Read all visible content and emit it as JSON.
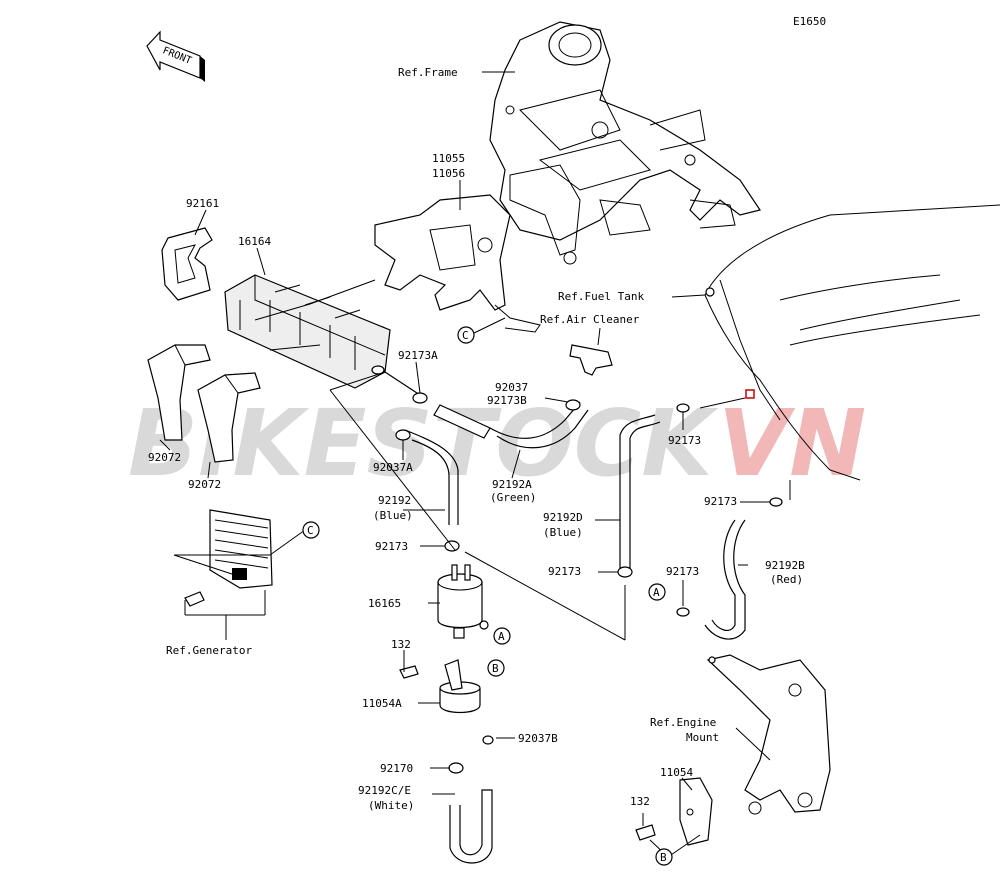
{
  "diagram_code": "E1650",
  "watermark": {
    "part1": "BIKESTOCK",
    "part2": "VN",
    "color1": "#d9d9d9",
    "color2": "#f2b8b8"
  },
  "front_arrow": "FRONT",
  "labels": {
    "ref_frame": "Ref.Frame",
    "p11055": "11055",
    "p11056": "11056",
    "p92161": "92161",
    "p16164": "16164",
    "ref_fuel_tank": "Ref.Fuel Tank",
    "ref_air_cleaner": "Ref.Air Cleaner",
    "p92173A": "92173A",
    "p92037": "92037",
    "p92173B": "92173B",
    "p92072a": "92072",
    "p92072b": "92072",
    "p92037A": "92037A",
    "p92192": "92192",
    "blue1": "(Blue)",
    "p92192A": "92192A",
    "green": "(Green)",
    "p92173_r": "92173",
    "p92173_br": "92173",
    "p92192D": "92192D",
    "blue2": "(Blue)",
    "p92173_l": "92173",
    "p92173_m": "92173",
    "p92173_a": "92173",
    "p92192B": "92192B",
    "red": "(Red)",
    "p16165": "16165",
    "ref_generator": "Ref.Generator",
    "p132a": "132",
    "p11054A": "11054A",
    "p92037B": "92037B",
    "p92170": "92170",
    "p92192CE": "92192C/E",
    "white": "(White)",
    "ref_engine_mount1": "Ref.Engine",
    "ref_engine_mount2": "Mount",
    "p11054": "11054",
    "p132b": "132"
  },
  "callouts": {
    "c1": "C",
    "c2": "C",
    "a1": "A",
    "a2": "A",
    "b1": "B",
    "b2": "B"
  }
}
